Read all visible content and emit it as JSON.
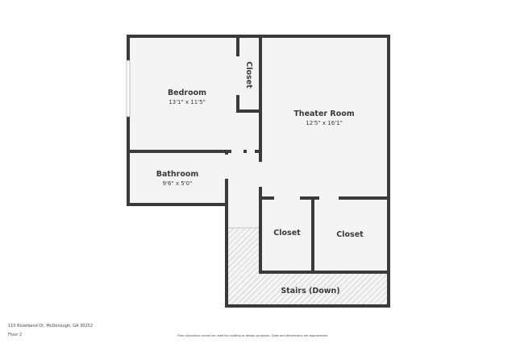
{
  "rooms": {
    "bedroom": {
      "name": "Bedroom",
      "dims": "13'1\" x 11'5\""
    },
    "closet_top": {
      "name": "Closet"
    },
    "theater": {
      "name": "Theater Room",
      "dims": "12'5\" x 16'1\""
    },
    "bathroom": {
      "name": "Bathroom",
      "dims": "9'6\" x 5'0\""
    },
    "closet_left": {
      "name": "Closet"
    },
    "closet_right": {
      "name": "Closet"
    },
    "stairs": {
      "name": "Stairs (Down)"
    }
  },
  "footer": {
    "address": "110 Riverbend Dr, McDonough, GA 30252",
    "floor": "Floor 2",
    "disclaimer": "Floor plans/tour cannot be used for building or design purposes. Sizes and dimensions are approximate."
  },
  "colors": {
    "wall": "#3a3a3a",
    "floor": "#f4f4f4",
    "hatch": "#aaaaaa"
  }
}
